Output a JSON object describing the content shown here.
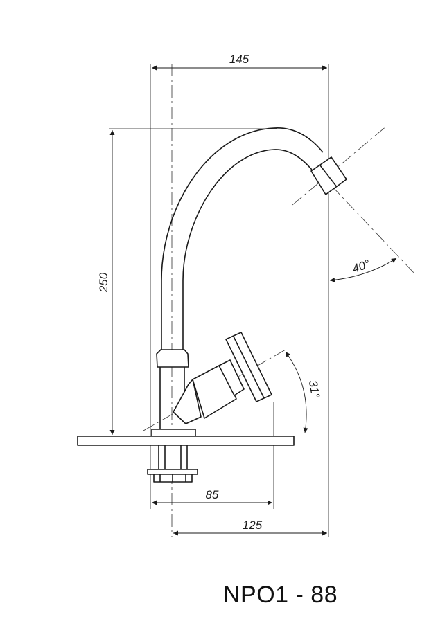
{
  "dimensions": {
    "top_width": "145",
    "height": "250",
    "spout_angle": "40°",
    "handle_angle": "31°",
    "base_offset": "85",
    "base_width": "125"
  },
  "model_label": "NPO1 - 88",
  "colors": {
    "line": "#1a1a1a",
    "centerline": "#333333"
  }
}
